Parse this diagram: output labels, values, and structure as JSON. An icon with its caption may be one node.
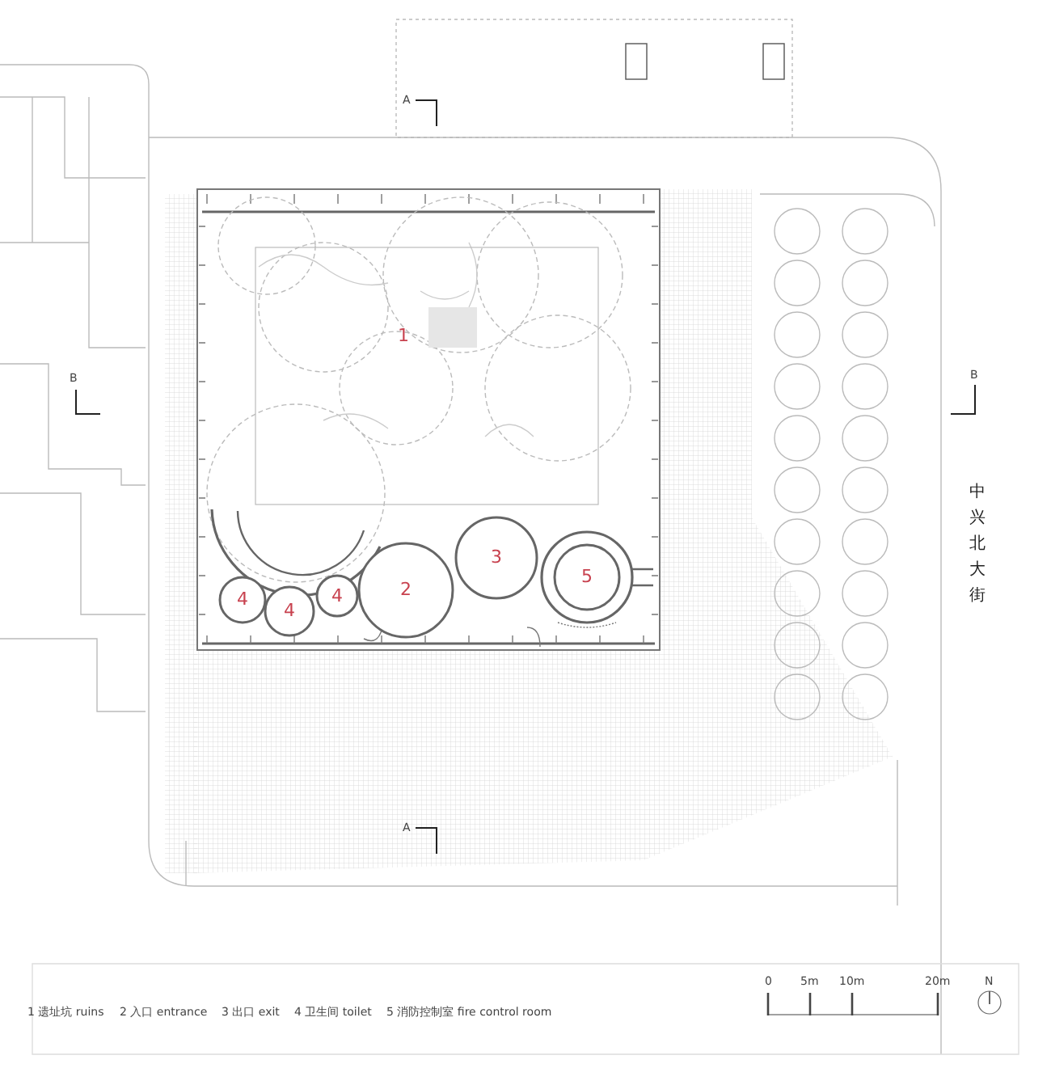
{
  "diagram": {
    "nodes": [
      {
        "text": [
          "1"
        ]
      },
      {
        "text": [
          "4"
        ]
      },
      {
        "text": [
          "4"
        ]
      },
      {
        "text": [
          "4"
        ]
      },
      {
        "text": [
          "2"
        ]
      },
      {
        "text": [
          "3"
        ]
      },
      {
        "text": [
          "5"
        ]
      }
    ],
    "labels": [
      "A",
      "B",
      "B",
      "中兴北大街",
      "A",
      "0",
      "5m",
      "10m",
      "20m",
      "N",
      "1 遗址坑 ruins",
      "2 入口 entrance",
      "3 出口 exit",
      "4 卫生间 toilet",
      "5 消防控制室 fire control room"
    ]
  }
}
